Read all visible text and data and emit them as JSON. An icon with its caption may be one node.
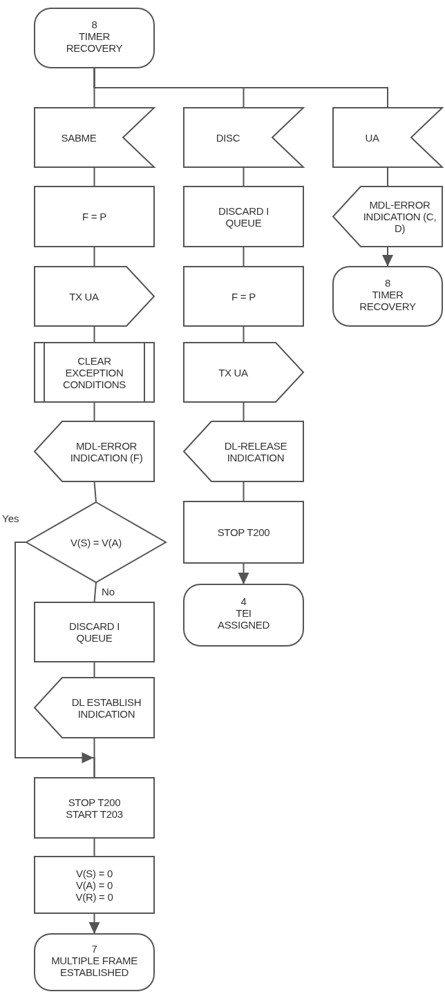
{
  "diagram": {
    "nodes": [
      {
        "text": [
          "8",
          "TIMER RECOVERY"
        ]
      },
      {
        "text": [
          "SABME"
        ]
      },
      {
        "text": [
          "F = P"
        ]
      },
      {
        "text": [
          "TX UA"
        ]
      },
      {
        "text": [
          "CLEAR EXCEPTION CONDITIONS"
        ]
      },
      {
        "text": [
          "MDL-ERROR INDICATION (F)"
        ]
      },
      {
        "text": [
          "V(S) = V(A)"
        ]
      },
      {
        "text": [
          "DISCARD I QUEUE"
        ]
      },
      {
        "text": [
          "DL ESTABLISH INDICATION"
        ]
      },
      {
        "text": [
          "STOP T200 START T203"
        ]
      },
      {
        "text": [
          "V(S) = 0 V(A) = 0 V(R) = 0"
        ]
      },
      {
        "text": [
          "7",
          "MULTIPLE FRAME ESTABLISHED"
        ]
      },
      {
        "text": [
          "DISC"
        ]
      },
      {
        "text": [
          "DISCARD I QUEUE"
        ]
      },
      {
        "text": [
          "F = P"
        ]
      },
      {
        "text": [
          "TX UA"
        ]
      },
      {
        "text": [
          "DL-RELEASE INDICATION"
        ]
      },
      {
        "text": [
          "STOP T200"
        ]
      },
      {
        "text": [
          "4",
          "TEI ASSIGNED"
        ]
      },
      {
        "text": [
          "UA"
        ]
      },
      {
        "text": [
          "MDL-ERROR INDICATION (C, D)"
        ]
      },
      {
        "text": [
          "8",
          "TIMER RECOVERY"
        ]
      }
    ],
    "edges": [
      {
        "from": 0,
        "to": 1,
        "arrow": "none"
      },
      {
        "from": 0,
        "to": 12,
        "arrow": "none"
      },
      {
        "from": 0,
        "to": 19,
        "arrow": "none"
      },
      {
        "from": 1,
        "to": 2,
        "arrow": "none"
      },
      {
        "from": 2,
        "to": 3,
        "arrow": "none"
      },
      {
        "from": 3,
        "to": 4,
        "arrow": "none"
      },
      {
        "from": 4,
        "to": 5,
        "arrow": "none"
      },
      {
        "from": 5,
        "to": 6,
        "arrow": "none"
      },
      {
        "from": 6,
        "to": 7,
        "arrow": "none",
        "label": "No"
      },
      {
        "from": 6,
        "to": 9,
        "arrow": "to",
        "label": "Yes"
      },
      {
        "from": 7,
        "to": 8,
        "arrow": "none"
      },
      {
        "from": 8,
        "to": 9,
        "arrow": "none"
      },
      {
        "from": 9,
        "to": 10,
        "arrow": "none"
      },
      {
        "from": 10,
        "to": 11,
        "arrow": "to"
      },
      {
        "from": 12,
        "to": 13,
        "arrow": "none"
      },
      {
        "from": 13,
        "to": 14,
        "arrow": "none"
      },
      {
        "from": 14,
        "to": 15,
        "arrow": "none"
      },
      {
        "from": 15,
        "to": 16,
        "arrow": "none"
      },
      {
        "from": 16,
        "to": 17,
        "arrow": "none"
      },
      {
        "from": 17,
        "to": 18,
        "arrow": "to"
      },
      {
        "from": 19,
        "to": 20,
        "arrow": "none"
      },
      {
        "from": 20,
        "to": 21,
        "arrow": "to"
      }
    ]
  }
}
